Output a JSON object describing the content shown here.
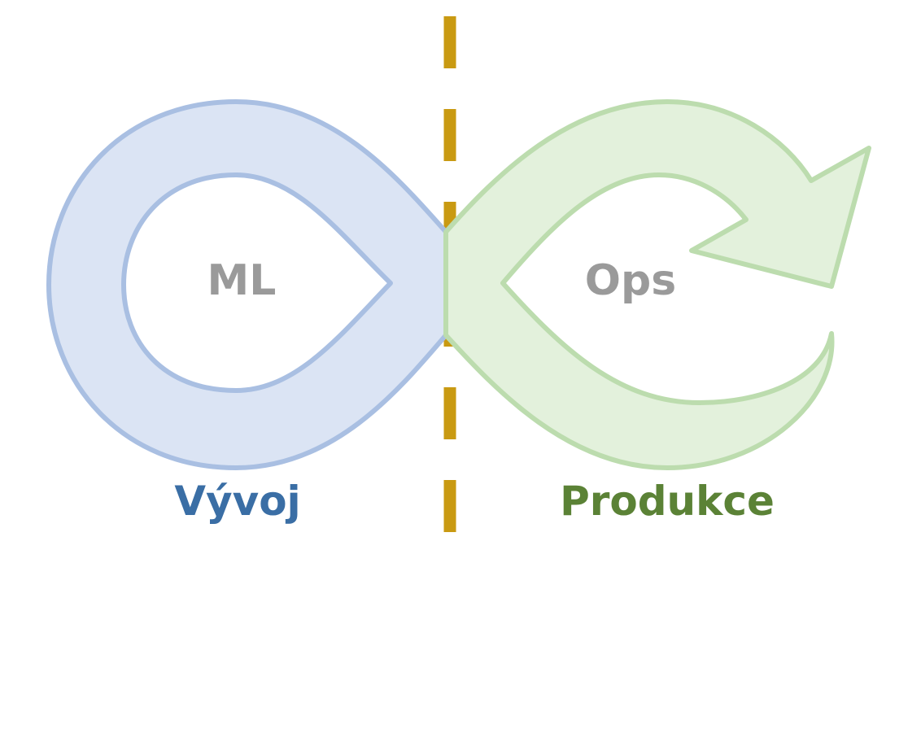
{
  "diagram": {
    "left_loop": {
      "inner_label": "ML",
      "caption": "Vývoj",
      "fill_color": "#dbe4f4",
      "stroke_color": "#a9bfe2",
      "caption_color": "#3a6ea5"
    },
    "right_loop": {
      "inner_label": "Ops",
      "caption": "Produkce",
      "fill_color": "#e3f1dc",
      "stroke_color": "#bcdcae",
      "caption_color": "#5b8236"
    },
    "divider": {
      "style": "dashed",
      "color": "#c99a12"
    },
    "label_color": "#9a9a9a"
  }
}
